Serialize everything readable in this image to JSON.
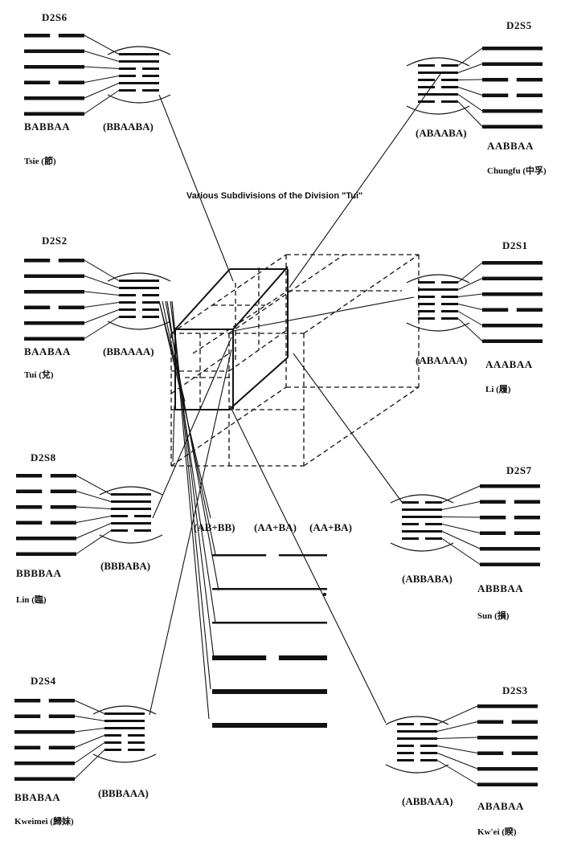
{
  "title": "Various Subdivisions of the Division \"Tui\"",
  "panels": [
    {
      "id": "D2S6",
      "code": "BABBAA",
      "inner": "(BBAABA)",
      "name": "Tsie (節)",
      "lines": [
        0,
        1,
        1,
        0,
        1,
        1
      ],
      "innerLines": [
        1,
        1,
        0,
        0,
        1,
        0
      ],
      "side": "left"
    },
    {
      "id": "D2S5",
      "code": "AABBAA",
      "inner": "(ABAABA)",
      "name": "Chungfu (中孚)",
      "lines": [
        1,
        1,
        0,
        0,
        1,
        1
      ],
      "innerLines": [
        0,
        1,
        0,
        0,
        1,
        0
      ],
      "side": "right"
    },
    {
      "id": "D2S2",
      "code": "BAABAA",
      "inner": "(BBAAAA)",
      "name": "Tui (兌)",
      "lines": [
        0,
        1,
        1,
        0,
        1,
        1
      ],
      "innerLines": [
        1,
        1,
        0,
        0,
        0,
        0
      ],
      "side": "left"
    },
    {
      "id": "D2S1",
      "code": "AAABAA",
      "inner": "(ABAAAA)",
      "name": "Li (履)",
      "lines": [
        1,
        1,
        1,
        0,
        1,
        1
      ],
      "innerLines": [
        0,
        1,
        0,
        0,
        0,
        0
      ],
      "side": "right"
    },
    {
      "id": "D2S8",
      "code": "BBBBAA",
      "inner": "(BBBABA)",
      "name": "Lin (臨)",
      "lines": [
        0,
        0,
        0,
        0,
        1,
        1
      ],
      "innerLines": [
        1,
        1,
        1,
        0,
        1,
        0
      ],
      "side": "left"
    },
    {
      "id": "D2S7",
      "code": "ABBBAA",
      "inner": "(ABBABA)",
      "name": "Sun (損)",
      "lines": [
        1,
        0,
        0,
        0,
        1,
        1
      ],
      "innerLines": [
        0,
        1,
        1,
        0,
        1,
        0
      ],
      "side": "right"
    },
    {
      "id": "D2S4",
      "code": "BBABAA",
      "inner": "(BBBAAA)",
      "name": "Kweimei (歸妹)",
      "lines": [
        0,
        0,
        1,
        0,
        1,
        1
      ],
      "innerLines": [
        1,
        1,
        1,
        0,
        0,
        0
      ],
      "side": "left"
    },
    {
      "id": "D2S3",
      "code": "ABABAA",
      "inner": "(ABBAAA)",
      "name": "Kw'ei (睽)",
      "lines": [
        1,
        0,
        1,
        0,
        1,
        1
      ],
      "innerLines": [
        0,
        1,
        1,
        0,
        0,
        0
      ],
      "side": "right"
    }
  ],
  "center": {
    "headers": [
      "(AB+BB)",
      "(AA+BA)",
      "(AA+BA)"
    ],
    "lines": [
      0,
      1,
      1,
      0,
      1,
      1
    ]
  }
}
